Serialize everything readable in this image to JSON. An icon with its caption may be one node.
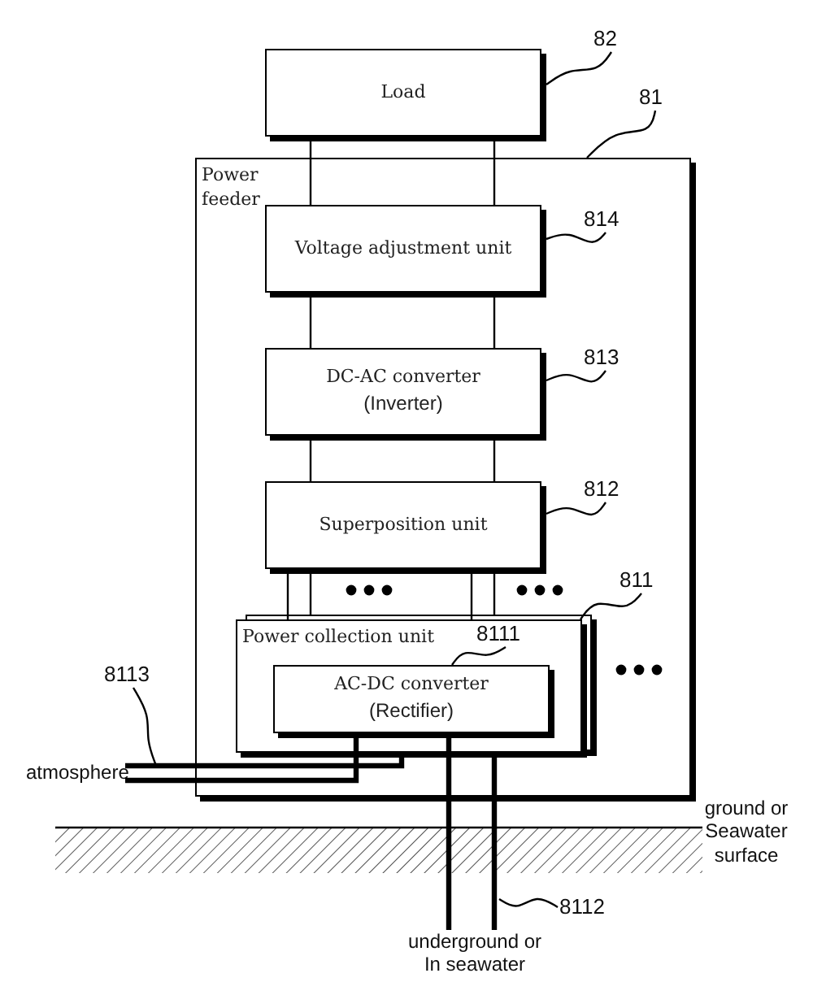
{
  "diagram": {
    "nodes": [
      {
        "text": [
          "Load"
        ]
      },
      {
        "text": [
          "Power feeder"
        ]
      },
      {
        "text": [
          "Voltage adjustment unit"
        ],
        "in": 1
      },
      {
        "text": [
          "DC-AC converter",
          "(Inverter)"
        ],
        "in": 1
      },
      {
        "text": [
          "Superposition unit"
        ],
        "in": 1
      },
      {
        "text": [
          "Power collection unit"
        ],
        "in": 1
      },
      {
        "text": [
          "AC-DC converter",
          "(Rectifier)"
        ],
        "in": 5
      },
      {
        "text": [
          "atmosphere"
        ]
      },
      {
        "text": [
          "underground or In seawater"
        ]
      },
      {
        "text": [
          "82"
        ]
      },
      {
        "text": [
          "81"
        ]
      },
      {
        "text": [
          "814"
        ],
        "in": 1
      },
      {
        "text": [
          "813"
        ],
        "in": 1
      },
      {
        "text": [
          "812"
        ],
        "in": 1
      },
      {
        "text": [
          "811"
        ],
        "in": 1
      },
      {
        "text": [
          "8111"
        ],
        "in": 5
      },
      {
        "text": [
          "8113"
        ]
      },
      {
        "text": [
          "8112"
        ]
      }
    ],
    "edges": [
      {
        "from": 0,
        "to": 2,
        "arrow": "none"
      },
      {
        "from": 0,
        "to": 2,
        "arrow": "none"
      },
      {
        "from": 2,
        "to": 3,
        "arrow": "none"
      },
      {
        "from": 2,
        "to": 3,
        "arrow": "none"
      },
      {
        "from": 3,
        "to": 4,
        "arrow": "none"
      },
      {
        "from": 3,
        "to": 4,
        "arrow": "none"
      },
      {
        "from": 4,
        "to": 5,
        "arrow": "none"
      },
      {
        "from": 4,
        "to": 5,
        "arrow": "none"
      },
      {
        "from": 4,
        "to": 5,
        "arrow": "none"
      },
      {
        "from": 4,
        "to": 5,
        "arrow": "none"
      },
      {
        "from": 5,
        "to": 7,
        "arrow": "none",
        "style": "thick"
      },
      {
        "from": 6,
        "to": 7,
        "arrow": "none",
        "style": "thick"
      },
      {
        "from": 6,
        "to": 8,
        "arrow": "none",
        "style": "thick"
      },
      {
        "from": 5,
        "to": 8,
        "arrow": "none",
        "style": "thick"
      },
      {
        "from": 9,
        "to": 0,
        "arrow": "none"
      },
      {
        "from": 10,
        "to": 1,
        "arrow": "none"
      },
      {
        "from": 11,
        "to": 2,
        "arrow": "none"
      },
      {
        "from": 12,
        "to": 3,
        "arrow": "none"
      },
      {
        "from": 13,
        "to": 4,
        "arrow": "none"
      },
      {
        "from": 14,
        "to": 5,
        "arrow": "none"
      },
      {
        "from": 15,
        "to": 6,
        "arrow": "none"
      },
      {
        "from": 16,
        "to": 7,
        "arrow": "none"
      },
      {
        "from": 17,
        "to": 8,
        "arrow": "none"
      }
    ],
    "labels": [
      "ground or Seawater surface"
    ]
  }
}
